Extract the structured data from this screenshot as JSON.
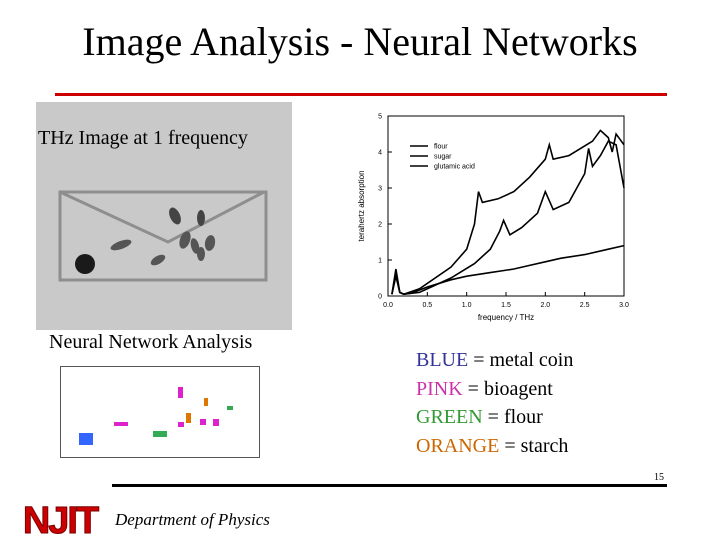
{
  "slide": {
    "title": "Image Analysis - Neural Networks",
    "number": "15",
    "accent_color": "#cc0000"
  },
  "thz_image": {
    "label": "THz Image at 1 frequency"
  },
  "nn_analysis": {
    "label": "Neural Network Analysis"
  },
  "chart_data": {
    "type": "line",
    "title": "",
    "xlabel": "frequency / THz",
    "ylabel": "terahertz absorption",
    "xlim": [
      0,
      3.0
    ],
    "ylim": [
      0,
      5
    ],
    "xticks": [
      "0.0",
      "0.5",
      "1.0",
      "1.5",
      "2.0",
      "2.5",
      "3.0"
    ],
    "yticks": [
      "0",
      "1",
      "2",
      "3",
      "4",
      "5"
    ],
    "legend_position": "top-left",
    "series": [
      {
        "name": "flour",
        "x": [
          0.05,
          0.1,
          0.15,
          0.2,
          0.3,
          0.5,
          0.8,
          1.0,
          1.3,
          1.6,
          1.8,
          2.0,
          2.2,
          2.5,
          2.8,
          3.0
        ],
        "y": [
          0.05,
          0.55,
          0.1,
          0.05,
          0.08,
          0.25,
          0.45,
          0.55,
          0.65,
          0.75,
          0.85,
          0.95,
          1.05,
          1.15,
          1.3,
          1.4
        ]
      },
      {
        "name": "sugar",
        "x": [
          0.05,
          0.1,
          0.15,
          0.2,
          0.4,
          0.8,
          1.1,
          1.3,
          1.42,
          1.47,
          1.55,
          1.7,
          1.9,
          2.0,
          2.1,
          2.3,
          2.5,
          2.55,
          2.6,
          2.7,
          2.8,
          2.9,
          3.0
        ],
        "y": [
          0.05,
          0.75,
          0.1,
          0.05,
          0.1,
          0.5,
          0.9,
          1.3,
          1.8,
          2.1,
          1.7,
          1.9,
          2.3,
          2.9,
          2.4,
          2.6,
          3.4,
          4.1,
          3.6,
          3.9,
          4.3,
          4.2,
          3.0
        ]
      },
      {
        "name": "glutamic acid",
        "x": [
          0.05,
          0.1,
          0.15,
          0.2,
          0.4,
          0.8,
          1.0,
          1.1,
          1.15,
          1.2,
          1.4,
          1.6,
          1.8,
          2.0,
          2.05,
          2.1,
          2.3,
          2.6,
          2.7,
          2.8,
          2.85,
          2.9,
          3.0
        ],
        "y": [
          0.05,
          0.6,
          0.1,
          0.05,
          0.2,
          0.8,
          1.3,
          2.0,
          2.9,
          2.6,
          2.7,
          2.9,
          3.3,
          3.8,
          4.2,
          3.8,
          3.9,
          4.3,
          4.6,
          4.4,
          4.0,
          4.5,
          4.2
        ]
      }
    ]
  },
  "legend_keys": [
    {
      "color_word": "BLUE",
      "meaning": "metal coin",
      "color": "#333399"
    },
    {
      "color_word": "PINK",
      "meaning": "bioagent",
      "color": "#cc33aa"
    },
    {
      "color_word": "GREEN",
      "meaning": "flour",
      "color": "#339933"
    },
    {
      "color_word": "ORANGE",
      "meaning": "starch",
      "color": "#cc6600"
    }
  ],
  "nn_clusters": [
    {
      "class": "metal coin",
      "color": "#3366ff",
      "count": 1
    },
    {
      "class": "bioagent",
      "color": "#dd22cc",
      "count": 5
    },
    {
      "class": "flour",
      "color": "#33aa55",
      "count": 2
    },
    {
      "class": "starch",
      "color": "#dd7700",
      "count": 2
    }
  ],
  "footer": {
    "logo_text": "NJIT",
    "department": "Department of Physics"
  }
}
